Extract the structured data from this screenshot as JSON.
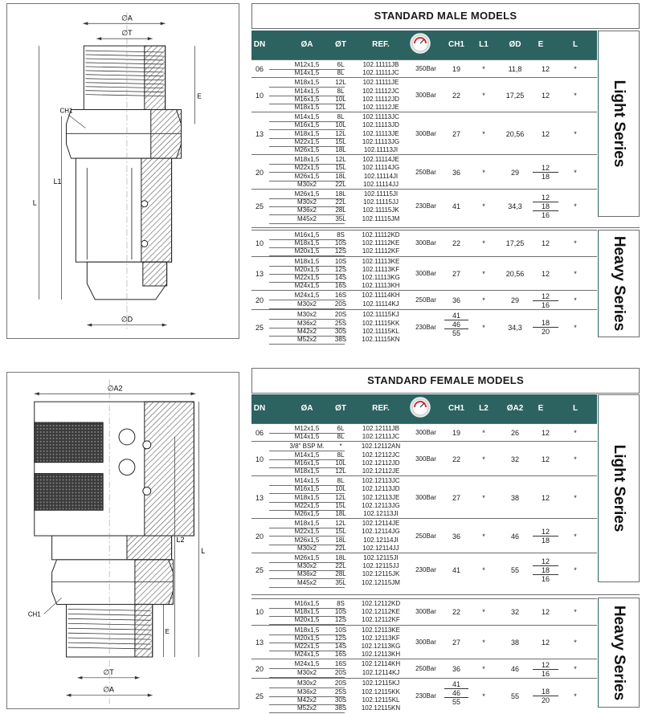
{
  "male": {
    "title": "STANDARD MALE MODELS",
    "headers": {
      "dn": "DN",
      "a": "ØA",
      "t": "ØT",
      "ref": "REF.",
      "ch1": "CH1",
      "l1": "L1",
      "d": "ØD",
      "e": "E",
      "l": "L"
    },
    "light_label": "Light Series",
    "heavy_label": "Heavy Series",
    "drawing_labels": {
      "a": "∅A",
      "t": "∅T",
      "ch1": "CH1",
      "e": "E",
      "l1": "L1",
      "l": "L",
      "d": "∅D"
    },
    "light": [
      {
        "dn": "06",
        "pressure": "350Bar",
        "ch1": "19",
        "l1": "*",
        "d": "11,8",
        "e": [
          "12"
        ],
        "l": "*",
        "rows": [
          [
            "M12x1,5",
            "6L",
            "102.11111JB"
          ],
          [
            "M14x1,5",
            "8L",
            "102.11111JC"
          ]
        ]
      },
      {
        "dn": "10",
        "pressure": "300Bar",
        "ch1": "22",
        "l1": "*",
        "d": "17,25",
        "e": [
          "12"
        ],
        "l": "*",
        "rows": [
          [
            "M18x1,5",
            "12L",
            "102.11111JE"
          ],
          [
            "M14x1,5",
            "8L",
            "102.11112JC"
          ],
          [
            "M16x1,5",
            "10L",
            "102.11112JD"
          ],
          [
            "M18x1,5",
            "12L",
            "102.11112JE"
          ]
        ]
      },
      {
        "dn": "13",
        "pressure": "300Bar",
        "ch1": "27",
        "l1": "*",
        "d": "20,56",
        "e": [
          "12"
        ],
        "l": "*",
        "rows": [
          [
            "M14x1,5",
            "8L",
            "102.11113JC"
          ],
          [
            "M16x1,5",
            "10L",
            "102.11113JD"
          ],
          [
            "M18x1,5",
            "12L",
            "102.11113JE"
          ],
          [
            "M22x1,5",
            "15L",
            "102.11113JG"
          ],
          [
            "M26x1,5",
            "18L",
            "102.11113JI"
          ]
        ]
      },
      {
        "dn": "20",
        "pressure": "250Bar",
        "ch1": "36",
        "l1": "*",
        "d": "29",
        "e": [
          "12",
          "18"
        ],
        "l": "*",
        "rows": [
          [
            "M18x1,5",
            "12L",
            "102.11114JE"
          ],
          [
            "M22x1,5",
            "15L",
            "102.11114JG"
          ],
          [
            "M26x1,5",
            "18L",
            "102.11114JI"
          ],
          [
            "M30x2",
            "22L",
            "102.11114JJ"
          ]
        ]
      },
      {
        "dn": "25",
        "pressure": "230Bar",
        "ch1": "41",
        "l1": "*",
        "d": "34,3",
        "e": [
          "12",
          "18",
          "16"
        ],
        "l": "*",
        "rows": [
          [
            "M26x1,5",
            "18L",
            "102.11115JI"
          ],
          [
            "M30x2",
            "22L",
            "102.11115JJ"
          ],
          [
            "M36x2",
            "28L",
            "102.11115JK"
          ],
          [
            "M45x2",
            "35L",
            "102.11115JM"
          ]
        ]
      }
    ],
    "heavy": [
      {
        "dn": "10",
        "pressure": "300Bar",
        "ch1": "22",
        "l1": "*",
        "d": "17,25",
        "e": [
          "12"
        ],
        "l": "*",
        "rows": [
          [
            "M16x1,5",
            "8S",
            "102.11112KD"
          ],
          [
            "M18x1,5",
            "10S",
            "102.11112KE"
          ],
          [
            "M20x1,5",
            "12S",
            "102.11112KF"
          ]
        ]
      },
      {
        "dn": "13",
        "pressure": "300Bar",
        "ch1": "27",
        "l1": "*",
        "d": "20,56",
        "e": [
          "12"
        ],
        "l": "*",
        "rows": [
          [
            "M18x1,5",
            "10S",
            "102.11113KE"
          ],
          [
            "M20x1,5",
            "12S",
            "102.11113KF"
          ],
          [
            "M22x1,5",
            "14S",
            "102.11113KG"
          ],
          [
            "M24x1,5",
            "16S",
            "102.11113KH"
          ]
        ]
      },
      {
        "dn": "20",
        "pressure": "250Bar",
        "ch1": "36",
        "l1": "*",
        "d": "29",
        "e": [
          "12",
          "16"
        ],
        "l": "*",
        "rows": [
          [
            "M24x1,5",
            "16S",
            "102.11114KH"
          ],
          [
            "M30x2",
            "20S",
            "102.11114KJ"
          ]
        ]
      },
      {
        "dn": "25",
        "pressure": "230Bar",
        "ch1": "41",
        "ch1b": "46",
        "ch1c": "55",
        "l1": "*",
        "d": "34,3",
        "e": [
          "18",
          "20"
        ],
        "l": "*",
        "rows": [
          [
            "M30x2",
            "20S",
            "102.11115KJ"
          ],
          [
            "M36x2",
            "25S",
            "102.11115KK"
          ],
          [
            "M42x2",
            "30S",
            "102.11115KL"
          ],
          [
            "M52x2",
            "38S",
            "102.11115KN"
          ]
        ]
      }
    ]
  },
  "female": {
    "title": "STANDARD FEMALE MODELS",
    "headers": {
      "dn": "DN",
      "a": "ØA",
      "t": "ØT",
      "ref": "REF.",
      "ch1": "CH1",
      "l2": "L2",
      "a2": "ØA2",
      "e": "E",
      "l": "L"
    },
    "light_label": "Light Series",
    "heavy_label": "Heavy Series",
    "drawing_labels": {
      "a2": "∅A2",
      "l2": "L2",
      "l": "L",
      "ch1": "CH1",
      "e": "E",
      "t": "∅T",
      "a": "∅A"
    },
    "light": [
      {
        "dn": "06",
        "pressure": "300Bar",
        "ch1": "19",
        "l2": "*",
        "a2": "26",
        "e": [
          "12"
        ],
        "l": "*",
        "rows": [
          [
            "M12x1,5",
            "6L",
            "102.12111JB"
          ],
          [
            "M14x1,5",
            "8L",
            "102.12111JC"
          ]
        ]
      },
      {
        "dn": "10",
        "pressure": "300Bar",
        "ch1": "22",
        "l2": "*",
        "a2": "32",
        "e": [
          "12"
        ],
        "l": "*",
        "rows": [
          [
            "3/8\" BSP M.",
            "*",
            "102.12112AN"
          ],
          [
            "M14x1,5",
            "8L",
            "102.12112JC"
          ],
          [
            "M16x1,5",
            "10L",
            "102.12112JD"
          ],
          [
            "M18x1,5",
            "12L",
            "102.12112JE"
          ]
        ]
      },
      {
        "dn": "13",
        "pressure": "300Bar",
        "ch1": "27",
        "l2": "*",
        "a2": "38",
        "e": [
          "12"
        ],
        "l": "*",
        "rows": [
          [
            "M14x1,5",
            "8L",
            "102.12113JC"
          ],
          [
            "M16x1,5",
            "10L",
            "102.12113JD"
          ],
          [
            "M18x1,5",
            "12L",
            "102.12113JE"
          ],
          [
            "M22x1,5",
            "15L",
            "102.12113JG"
          ],
          [
            "M26x1,5",
            "18L",
            "102.12113JI"
          ]
        ]
      },
      {
        "dn": "20",
        "pressure": "250Bar",
        "ch1": "36",
        "l2": "*",
        "a2": "46",
        "e": [
          "12",
          "18"
        ],
        "l": "*",
        "rows": [
          [
            "M18x1,5",
            "12L",
            "102.12114JE"
          ],
          [
            "M22x1,5",
            "15L",
            "102.12114JG"
          ],
          [
            "M26x1,5",
            "18L",
            "102.12114JI"
          ],
          [
            "M30x2",
            "22L",
            "102.12114JJ"
          ]
        ]
      },
      {
        "dn": "25",
        "pressure": "230Bar",
        "ch1": "41",
        "l2": "*",
        "a2": "55",
        "e": [
          "12",
          "18",
          "16"
        ],
        "l": "*",
        "rows": [
          [
            "M26x1,5",
            "18L",
            "102.12115JI"
          ],
          [
            "M30x2",
            "22L",
            "102.12115JJ"
          ],
          [
            "M36x2",
            "28L",
            "102.12115JK"
          ],
          [
            "M45x2",
            "35L",
            "102.12115JM"
          ]
        ]
      }
    ],
    "heavy": [
      {
        "dn": "10",
        "pressure": "300Bar",
        "ch1": "22",
        "l2": "*",
        "a2": "32",
        "e": [
          "12"
        ],
        "l": "*",
        "rows": [
          [
            "M16x1,5",
            "8S",
            "102.12112KD"
          ],
          [
            "M18x1,5",
            "10S",
            "102.12112KE"
          ],
          [
            "M20x1,5",
            "12S",
            "102.12112KF"
          ]
        ]
      },
      {
        "dn": "13",
        "pressure": "300Bar",
        "ch1": "27",
        "l2": "*",
        "a2": "38",
        "e": [
          "12"
        ],
        "l": "*",
        "rows": [
          [
            "M18x1,5",
            "10S",
            "102.12113KE"
          ],
          [
            "M20x1,5",
            "12S",
            "102.12113KF"
          ],
          [
            "M22x1,5",
            "14S",
            "102.12113KG"
          ],
          [
            "M24x1,5",
            "16S",
            "102.12113KH"
          ]
        ]
      },
      {
        "dn": "20",
        "pressure": "250Bar",
        "ch1": "36",
        "l2": "*",
        "a2": "46",
        "e": [
          "12",
          "16"
        ],
        "l": "*",
        "rows": [
          [
            "M24x1,5",
            "16S",
            "102.12114KH"
          ],
          [
            "M30x2",
            "20S",
            "102.12114KJ"
          ]
        ]
      },
      {
        "dn": "25",
        "pressure": "230Bar",
        "ch1": "41",
        "ch1b": "46",
        "ch1c": "55",
        "l2": "*",
        "a2": "55",
        "e": [
          "18",
          "20"
        ],
        "l": "*",
        "rows": [
          [
            "M30x2",
            "20S",
            "102.12115KJ"
          ],
          [
            "M36x2",
            "25S",
            "102.12115KK"
          ],
          [
            "M42x2",
            "30S",
            "102.12115KL"
          ],
          [
            "M52x2",
            "38S",
            "102.12115KN"
          ]
        ]
      }
    ]
  },
  "colors": {
    "header_bg": "#2c6260",
    "header_text": "#ffffff",
    "knurl": "#3a3a3a",
    "hatch": "#555555"
  }
}
